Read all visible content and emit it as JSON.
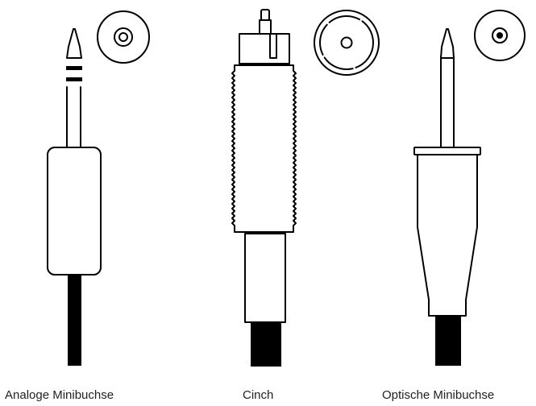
{
  "connectors": [
    {
      "label": "Analoge Minibuchse",
      "icon": "analog-mini-jack-icon"
    },
    {
      "label": "Cinch",
      "icon": "rca-cinch-plug-icon"
    },
    {
      "label": "Optische Minibuchse",
      "icon": "optical-mini-jack-icon"
    }
  ],
  "colors": {
    "line": "#000000",
    "background": "#ffffff",
    "caption": "#222222"
  }
}
